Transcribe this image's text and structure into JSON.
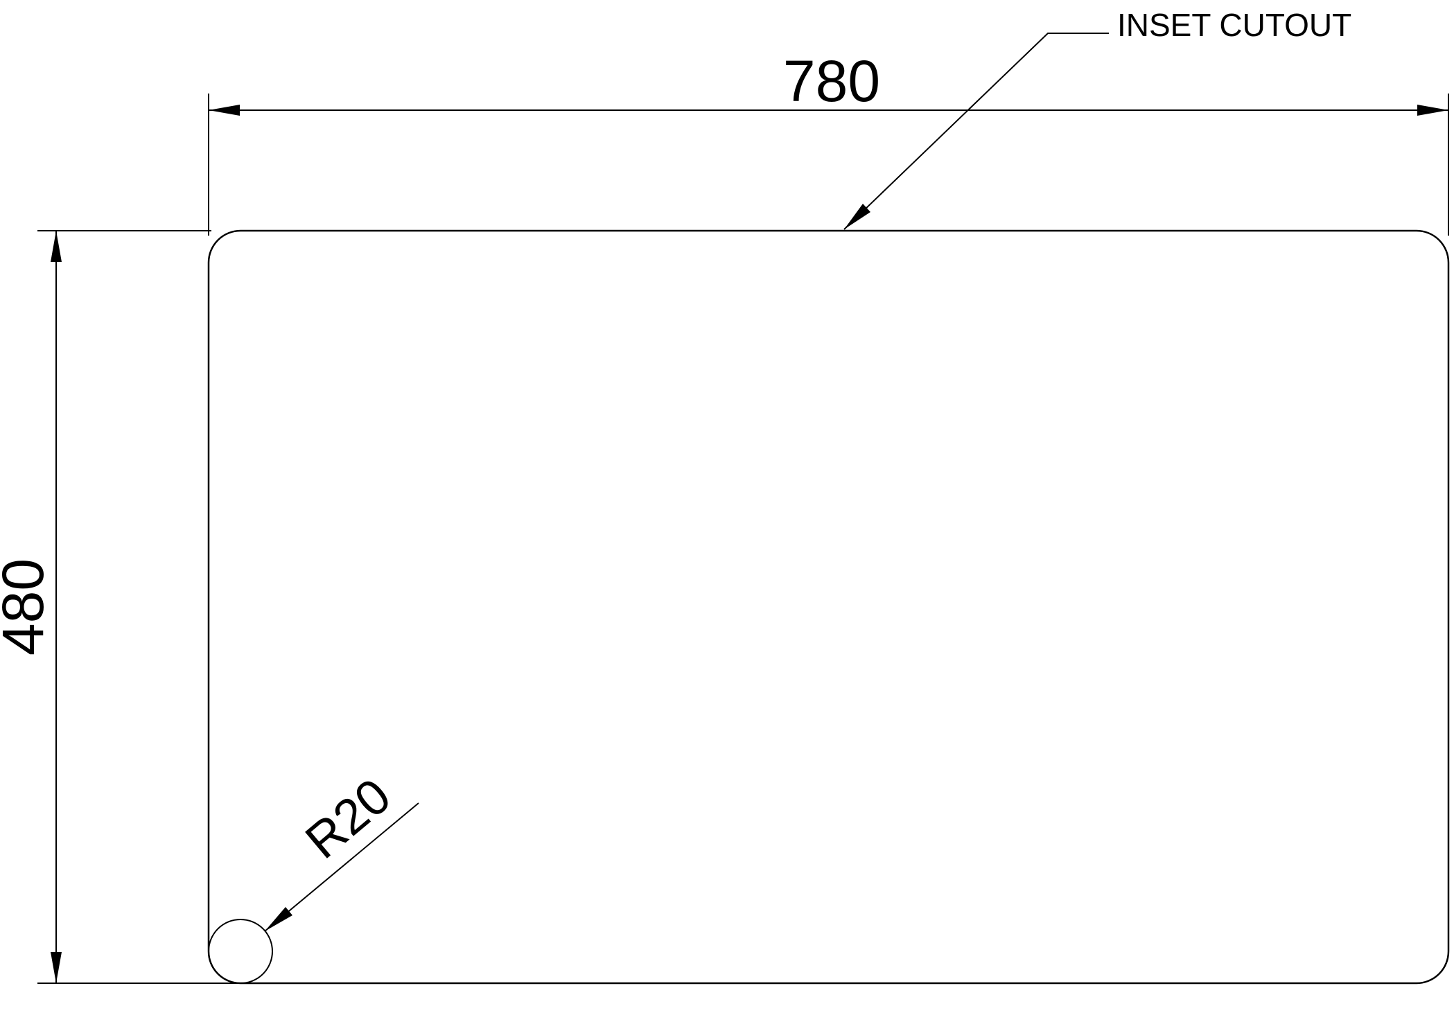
{
  "drawing": {
    "title": "INSET CUTOUT",
    "callout_label": "INSET CUTOUT",
    "width_dim": "780",
    "height_dim": "480",
    "radius_dim": "R20"
  },
  "colors": {
    "line": "#000000",
    "background": "#ffffff",
    "text": "#000000"
  }
}
